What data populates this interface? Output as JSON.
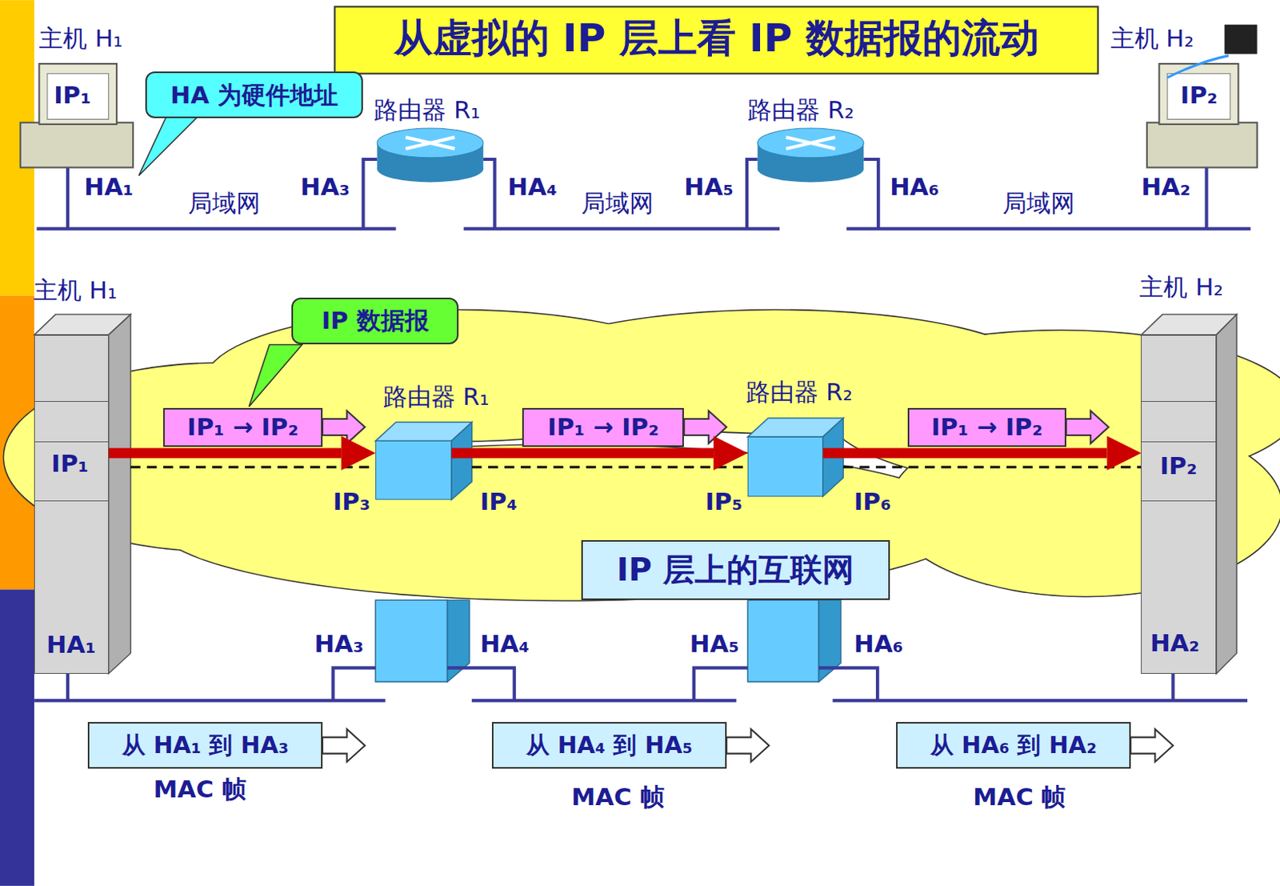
{
  "diagram": {
    "title": "从虚拟的 IP 层上看 IP 数据报的流动",
    "nodes": [
      {
        "text": [
          "HA 为硬件地址"
        ]
      },
      {
        "text": [
          "主机 H₁",
          "IP₁",
          "HA₁"
        ]
      },
      {
        "text": [
          "IP 数据报"
        ]
      },
      {
        "text": [
          "IP₁ → IP₂"
        ]
      },
      {
        "text": [
          "路由器 R₁"
        ]
      },
      {
        "text": [
          "IP₁ → IP₂"
        ]
      },
      {
        "text": [
          "路由器 R₂"
        ]
      },
      {
        "text": [
          "IP₁ → IP₂"
        ]
      },
      {
        "text": [
          "主机 H₂",
          "IP₂",
          "HA₂"
        ]
      },
      {
        "text": [
          "IP 层上的互联网"
        ]
      },
      {
        "text": [
          "从 HA₁ 到 HA₃"
        ]
      },
      {
        "text": [
          "从 HA₄ 到 HA₅"
        ]
      },
      {
        "text": [
          "从 HA₆ 到 HA₂"
        ]
      }
    ],
    "edges": [
      {
        "from": 1,
        "to": 4,
        "arrow": "to"
      },
      {
        "from": 4,
        "to": 6,
        "arrow": "to"
      },
      {
        "from": 6,
        "to": 8,
        "arrow": "to"
      }
    ],
    "labels": [
      "主机 H₁",
      "IP₁",
      "HA₁",
      "路由器 R₁",
      "HA₃",
      "局域网",
      "HA₄",
      "局域网",
      "路由器 R₂",
      "HA₅",
      "HA₆",
      "局域网",
      "主机 H₂",
      "IP₂",
      "HA₂",
      "IP₃",
      "IP₄",
      "IP₅",
      "IP₆",
      "HA₃",
      "HA₄",
      "HA₅",
      "HA₆",
      "MAC 帧",
      "MAC 帧",
      "MAC 帧"
    ]
  }
}
